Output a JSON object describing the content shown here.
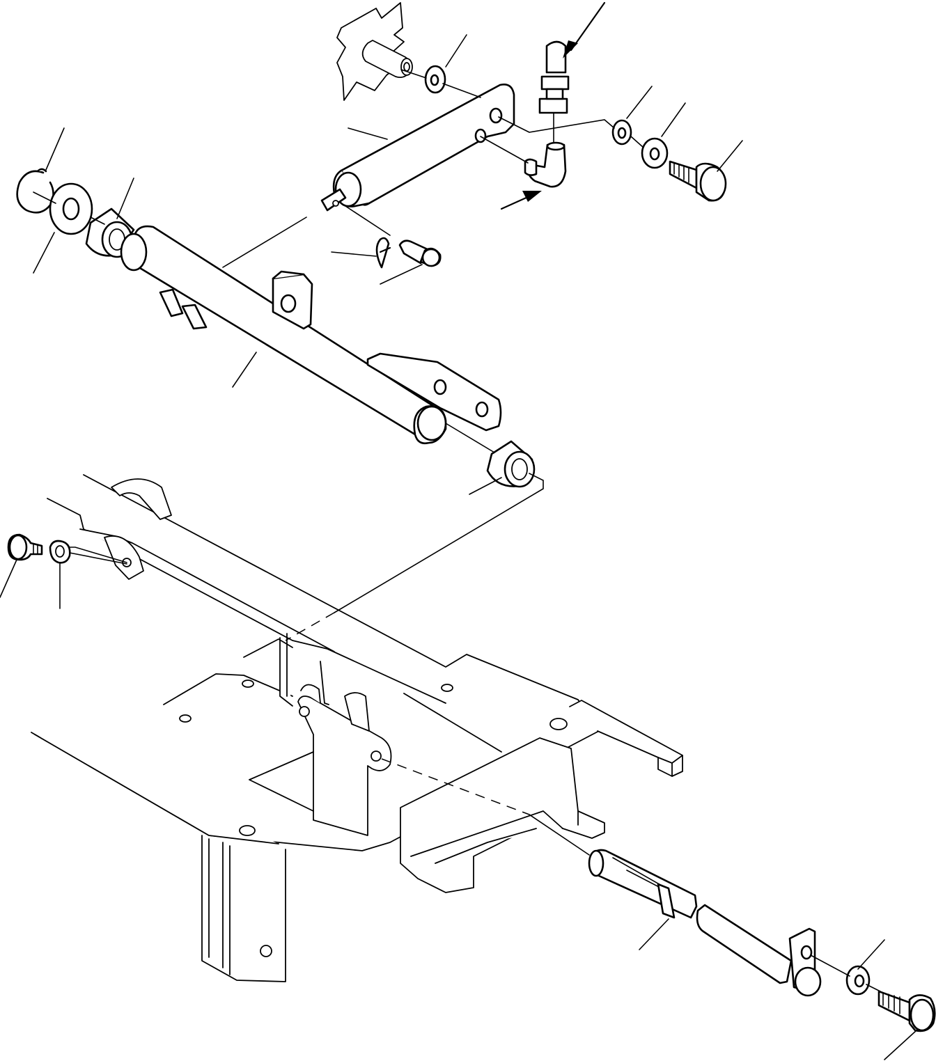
{
  "figure": {
    "callout_labels": [],
    "parts": [
      "frame",
      "shaft-tube",
      "bushing-left",
      "bushing-right",
      "snap-ring",
      "washer",
      "lever-arm",
      "pin",
      "cotter-pin",
      "grease-fitting",
      "elbow-fitting",
      "bolt",
      "spring-washer",
      "nut",
      "rod",
      "bracket-bolt"
    ],
    "colors": {
      "line": "#000000",
      "background": "#ffffff"
    }
  }
}
